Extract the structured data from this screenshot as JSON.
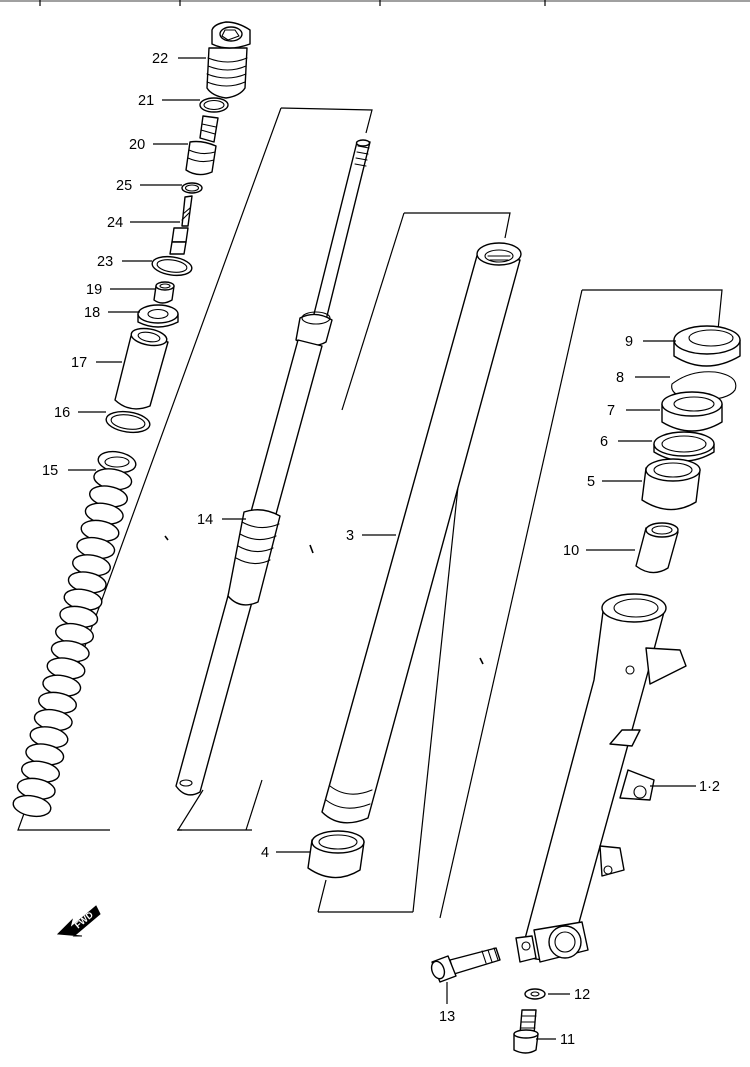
{
  "colors": {
    "line": "#000000",
    "background": "#ffffff"
  },
  "fwd_badge": "FWD",
  "callouts": [
    {
      "id": "22",
      "label": "22"
    },
    {
      "id": "21",
      "label": "21"
    },
    {
      "id": "20",
      "label": "20"
    },
    {
      "id": "25",
      "label": "25"
    },
    {
      "id": "24",
      "label": "24"
    },
    {
      "id": "23",
      "label": "23"
    },
    {
      "id": "19",
      "label": "19"
    },
    {
      "id": "18",
      "label": "18"
    },
    {
      "id": "17",
      "label": "17"
    },
    {
      "id": "16",
      "label": "16"
    },
    {
      "id": "15",
      "label": "15"
    },
    {
      "id": "14",
      "label": "14"
    },
    {
      "id": "3",
      "label": "3"
    },
    {
      "id": "4",
      "label": "4"
    },
    {
      "id": "9",
      "label": "9"
    },
    {
      "id": "8",
      "label": "8"
    },
    {
      "id": "7",
      "label": "7"
    },
    {
      "id": "6",
      "label": "6"
    },
    {
      "id": "5",
      "label": "5"
    },
    {
      "id": "10",
      "label": "10"
    },
    {
      "id": "1-2",
      "label": "1·2"
    },
    {
      "id": "12",
      "label": "12"
    },
    {
      "id": "13",
      "label": "13"
    },
    {
      "id": "11",
      "label": "11"
    }
  ]
}
